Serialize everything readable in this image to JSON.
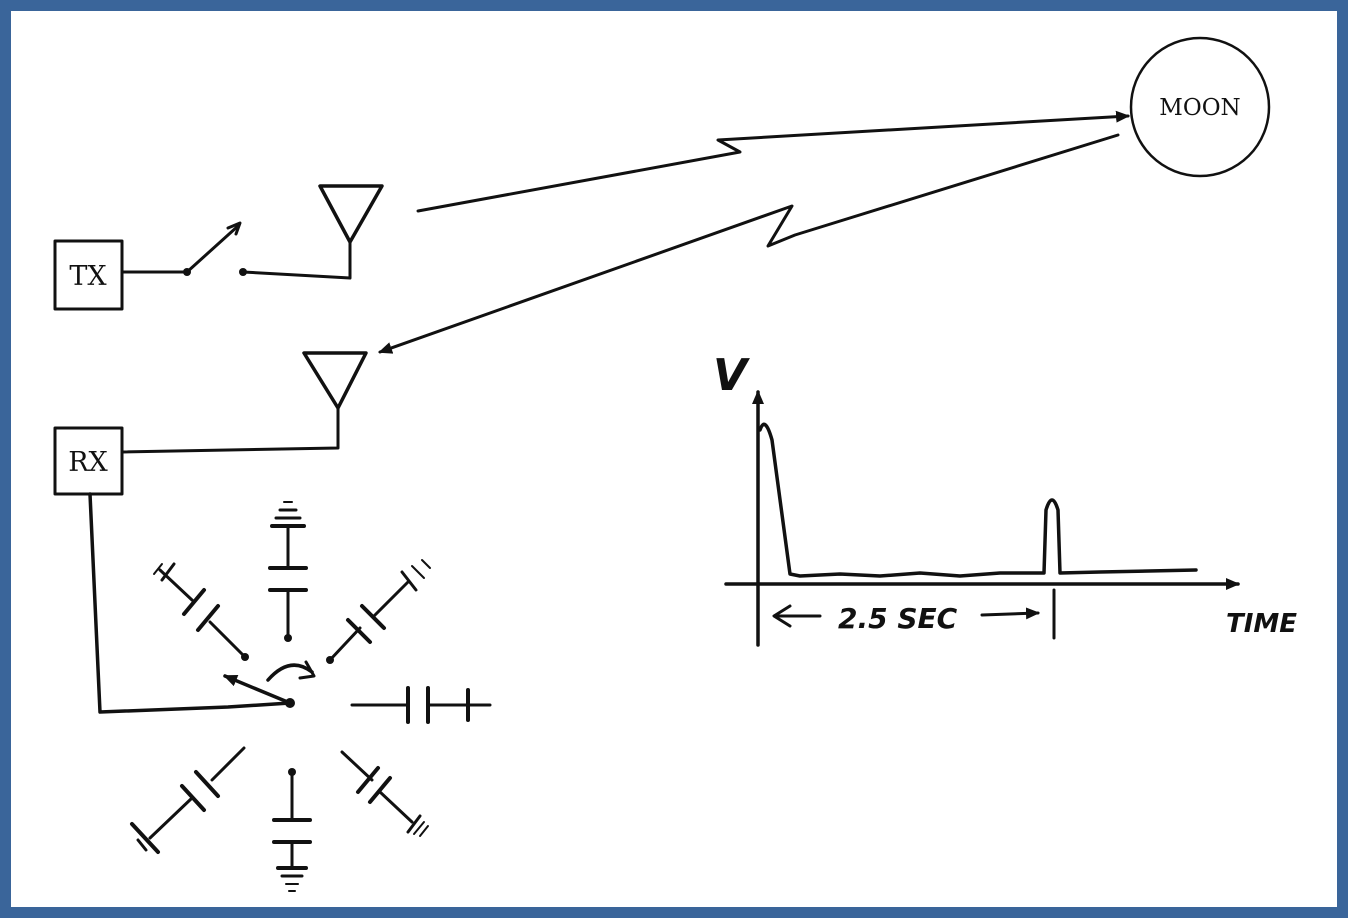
{
  "diagram": {
    "moon_label": "MOON",
    "tx_label": "TX",
    "rx_label": "RX",
    "y_axis_label": "V",
    "x_axis_label": "TIME",
    "delay_label": "2.5 SEC"
  },
  "colors": {
    "frame": "#3a659a",
    "ink": "#111111"
  }
}
